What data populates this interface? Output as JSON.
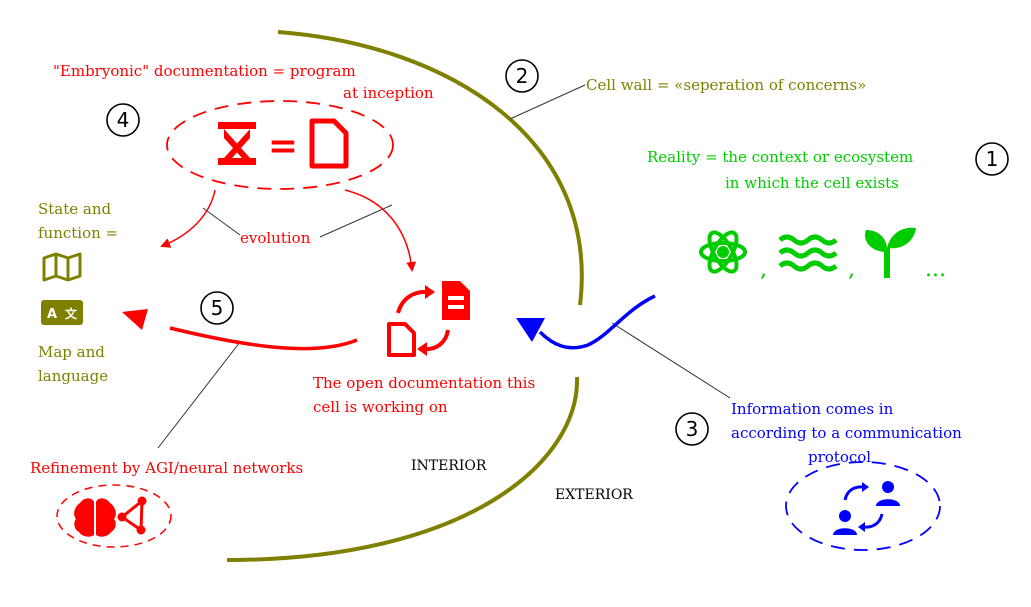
{
  "colors": {
    "red": "#ff0000",
    "olive": "#808000",
    "green": "#00cc00",
    "blue": "#0000ff",
    "black": "#000000",
    "thin_line": "#333333"
  },
  "numbers": {
    "n1": "1",
    "n2": "2",
    "n3": "3",
    "n4": "4",
    "n5": "5"
  },
  "embryonic": {
    "line1": "\"Embryonic\" documentation = program",
    "line2": "at inception",
    "equals": "=",
    "icons": [
      "dna-icon",
      "file-icon"
    ]
  },
  "cell_wall": {
    "label": "Cell wall = «seperation of concerns»"
  },
  "reality": {
    "line1": "Reality = the context or ecosystem",
    "line2": "in which the cell exists",
    "icons": [
      "atom-icon",
      "waves-icon",
      "seedling-icon"
    ],
    "separator": ",",
    "ellipsis": "..."
  },
  "state": {
    "line1": "State and",
    "line2": "function =",
    "icons": [
      "map-icon",
      "language-icon"
    ],
    "map_line1": "Map and",
    "map_line2": "language"
  },
  "evolution": {
    "label": "evolution"
  },
  "open_doc": {
    "line1": "The open documentation this",
    "line2": "cell is working on",
    "icon": "file-sync-icon"
  },
  "information": {
    "line1": "Information comes in",
    "line2": "according to a communication",
    "line3": "protocol",
    "icon": "people-exchange-icon"
  },
  "refinement": {
    "label": "Refinement by AGI/neural networks",
    "icons": [
      "brain-icon",
      "network-icon"
    ]
  },
  "regions": {
    "interior": "INTERIOR",
    "exterior": "EXTERIOR"
  }
}
